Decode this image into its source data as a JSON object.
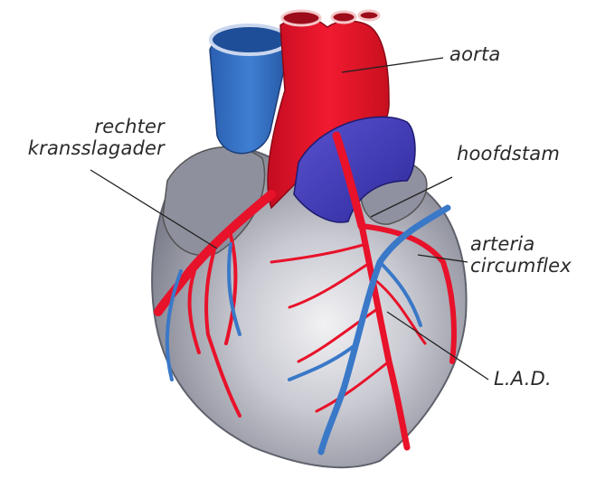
{
  "labels": {
    "aorta": "aorta",
    "rca_line1": "rechter",
    "rca_line2": "kransslagader",
    "main_stem": "hoofdstam",
    "circ_line1": "arteria",
    "circ_line2": "circumflex",
    "lad": "L.A.D."
  },
  "colors": {
    "artery_red": "#e8122a",
    "vein_blue": "#3a78c8",
    "great_vessel_blue": "#3168c0",
    "vein_purple": "#4a3ec0",
    "muscle_grey": "#b4b6c2",
    "label_text": "#2a2a2a",
    "leader_line": "#222222"
  }
}
